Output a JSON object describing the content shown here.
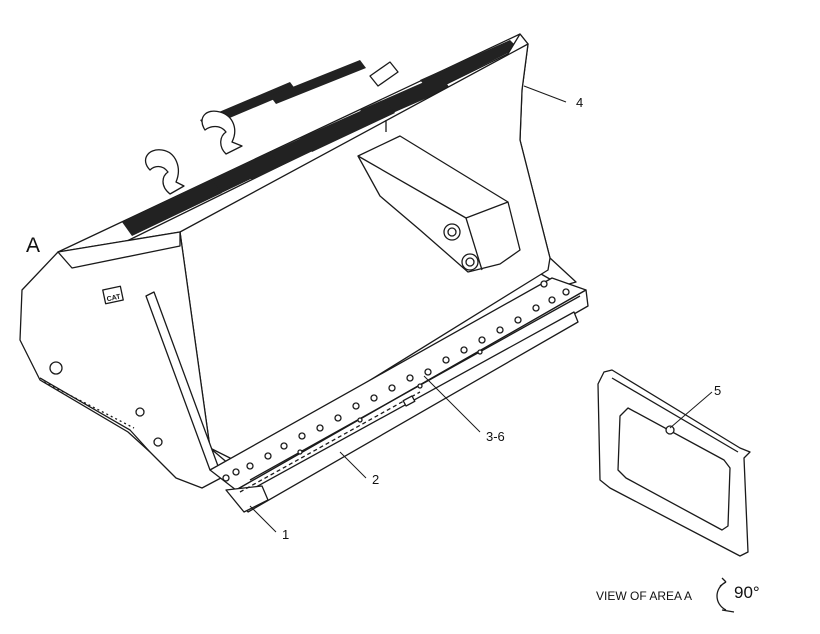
{
  "diagram": {
    "view_letter": "A",
    "callouts": [
      {
        "id": "1",
        "text": "1"
      },
      {
        "id": "2",
        "text": "2"
      },
      {
        "id": "3-6",
        "text": "3-6"
      },
      {
        "id": "4",
        "text": "4"
      },
      {
        "id": "5",
        "text": "5"
      }
    ],
    "view_caption": "VIEW OF AREA A",
    "rotation": "90°"
  },
  "colors": {
    "line": "#1a1a1a",
    "hatch": "#222222",
    "shade": "#d9d9d9",
    "background": "#ffffff"
  }
}
